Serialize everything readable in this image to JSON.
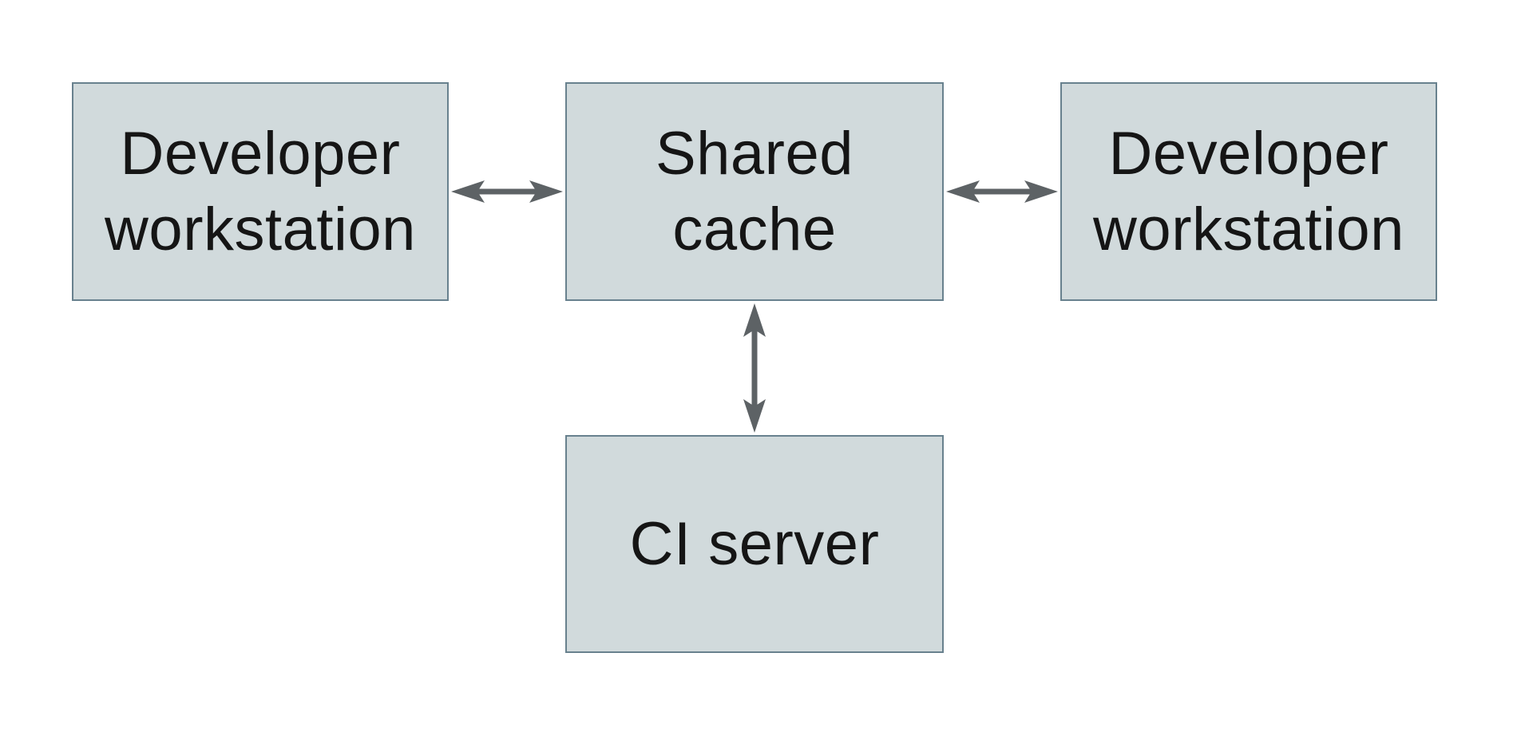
{
  "canvas": {
    "background": "#ffffff"
  },
  "diagram": {
    "type": "architecture-diagram",
    "nodes": [
      {
        "id": "developer-workstation-left",
        "label": "Developer\nworkstation"
      },
      {
        "id": "shared-cache",
        "label": "Shared\ncache"
      },
      {
        "id": "developer-workstation-right",
        "label": "Developer\nworkstation"
      },
      {
        "id": "ci-server",
        "label": "CI server"
      }
    ],
    "edges": [
      {
        "from": "developer-workstation-left",
        "to": "shared-cache",
        "direction": "bidirectional",
        "orientation": "horizontal"
      },
      {
        "from": "shared-cache",
        "to": "developer-workstation-right",
        "direction": "bidirectional",
        "orientation": "horizontal"
      },
      {
        "from": "shared-cache",
        "to": "ci-server",
        "direction": "bidirectional",
        "orientation": "vertical"
      }
    ],
    "colors": {
      "node_fill": "#d1dadc",
      "node_border": "#68818e",
      "arrow": "#5d6265",
      "text": "#151515"
    }
  }
}
